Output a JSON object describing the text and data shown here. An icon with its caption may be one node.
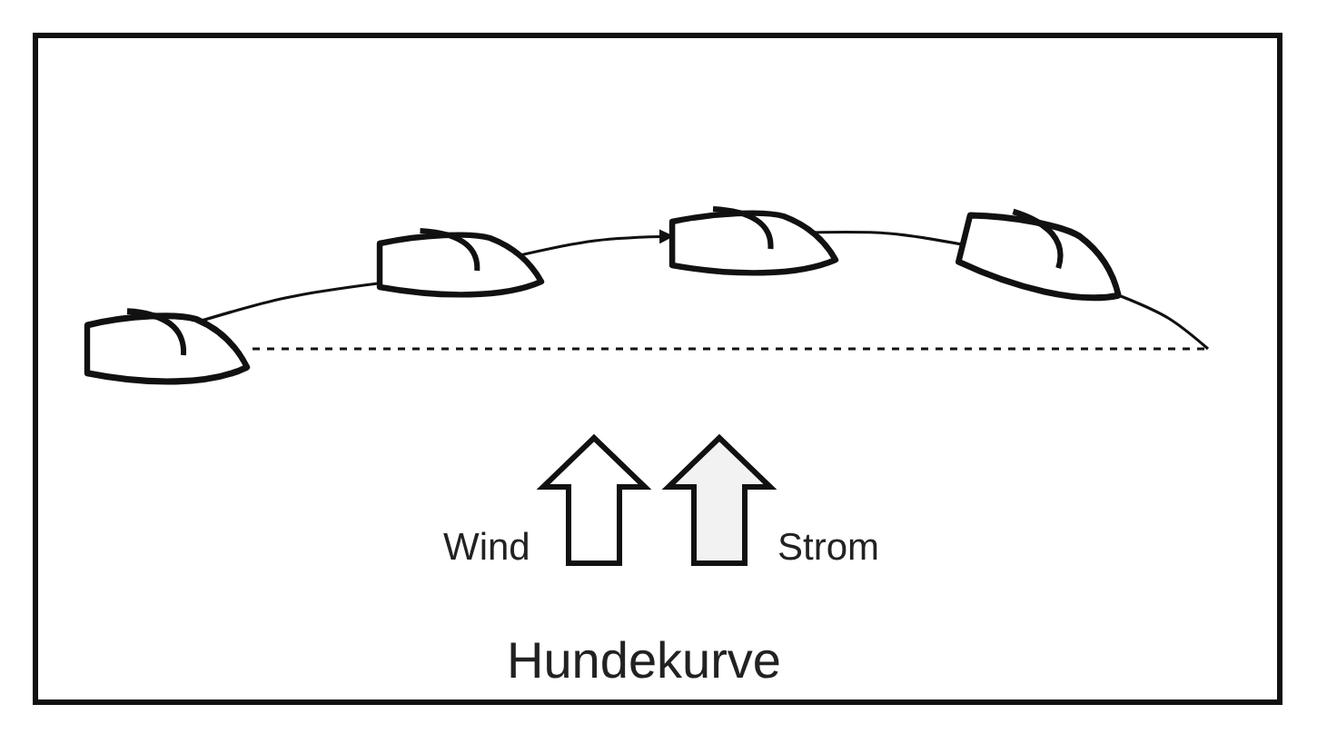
{
  "diagram": {
    "caption": "Hundekurve",
    "nodes": [
      {
        "text": [],
        "shape": "boat"
      },
      {
        "text": [],
        "shape": "boat"
      },
      {
        "text": [],
        "shape": "boat"
      },
      {
        "text": [],
        "shape": "boat"
      }
    ],
    "edges": [
      {
        "from": 0,
        "to": 1,
        "arrow": "none"
      },
      {
        "from": 1,
        "to": 2,
        "arrow": "to"
      },
      {
        "from": 2,
        "to": 3,
        "arrow": "none"
      },
      {
        "from": 3,
        "to": null,
        "arrow": "none"
      },
      {
        "from": 0,
        "to": null,
        "arrow": "none",
        "style": "dashed"
      }
    ],
    "labels": [
      "Wind",
      "Strom"
    ]
  }
}
